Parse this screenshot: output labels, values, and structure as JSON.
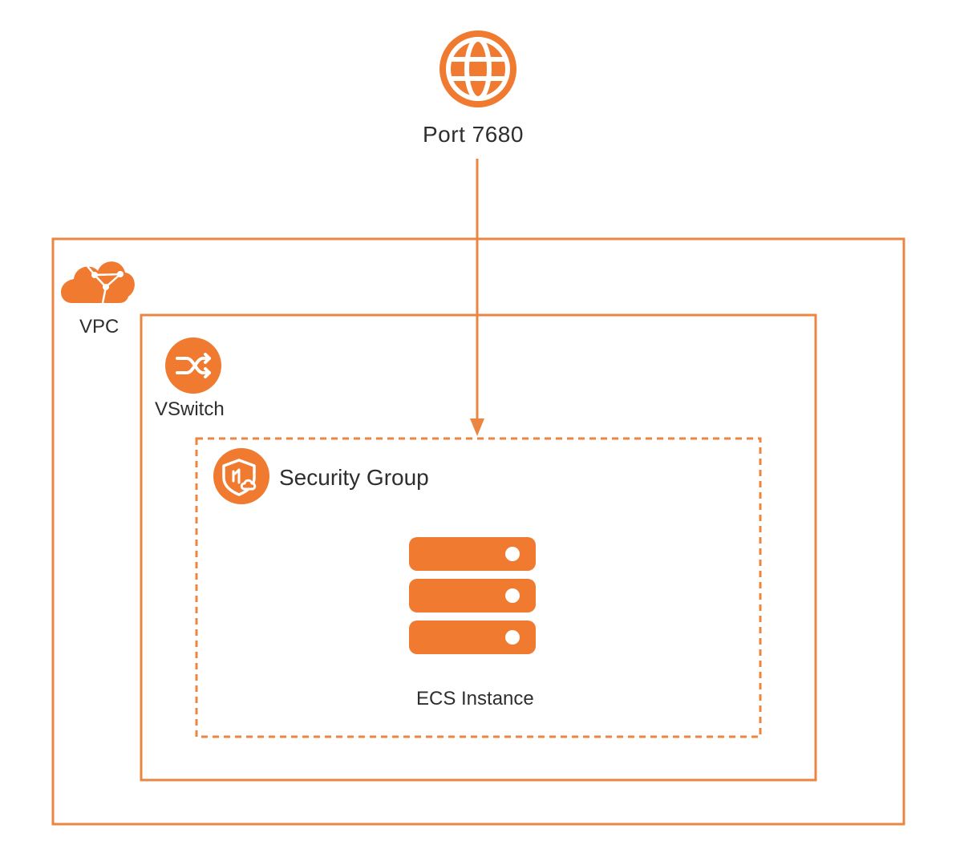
{
  "colors": {
    "accent": "#EF7A30",
    "line": "#EB8642",
    "text": "#2E2E2E",
    "background": "#FFFFFF"
  },
  "internet": {
    "icon": "globe-icon",
    "label": "Port 7680"
  },
  "vpc": {
    "icon": "cloud-network-icon",
    "label": "VPC"
  },
  "vswitch": {
    "icon": "switch-arrows-icon",
    "label": "VSwitch"
  },
  "security_group": {
    "icon": "shield-cloud-icon",
    "label": "Security Group"
  },
  "ecs": {
    "icon": "server-stack-icon",
    "label": "ECS Instance"
  }
}
